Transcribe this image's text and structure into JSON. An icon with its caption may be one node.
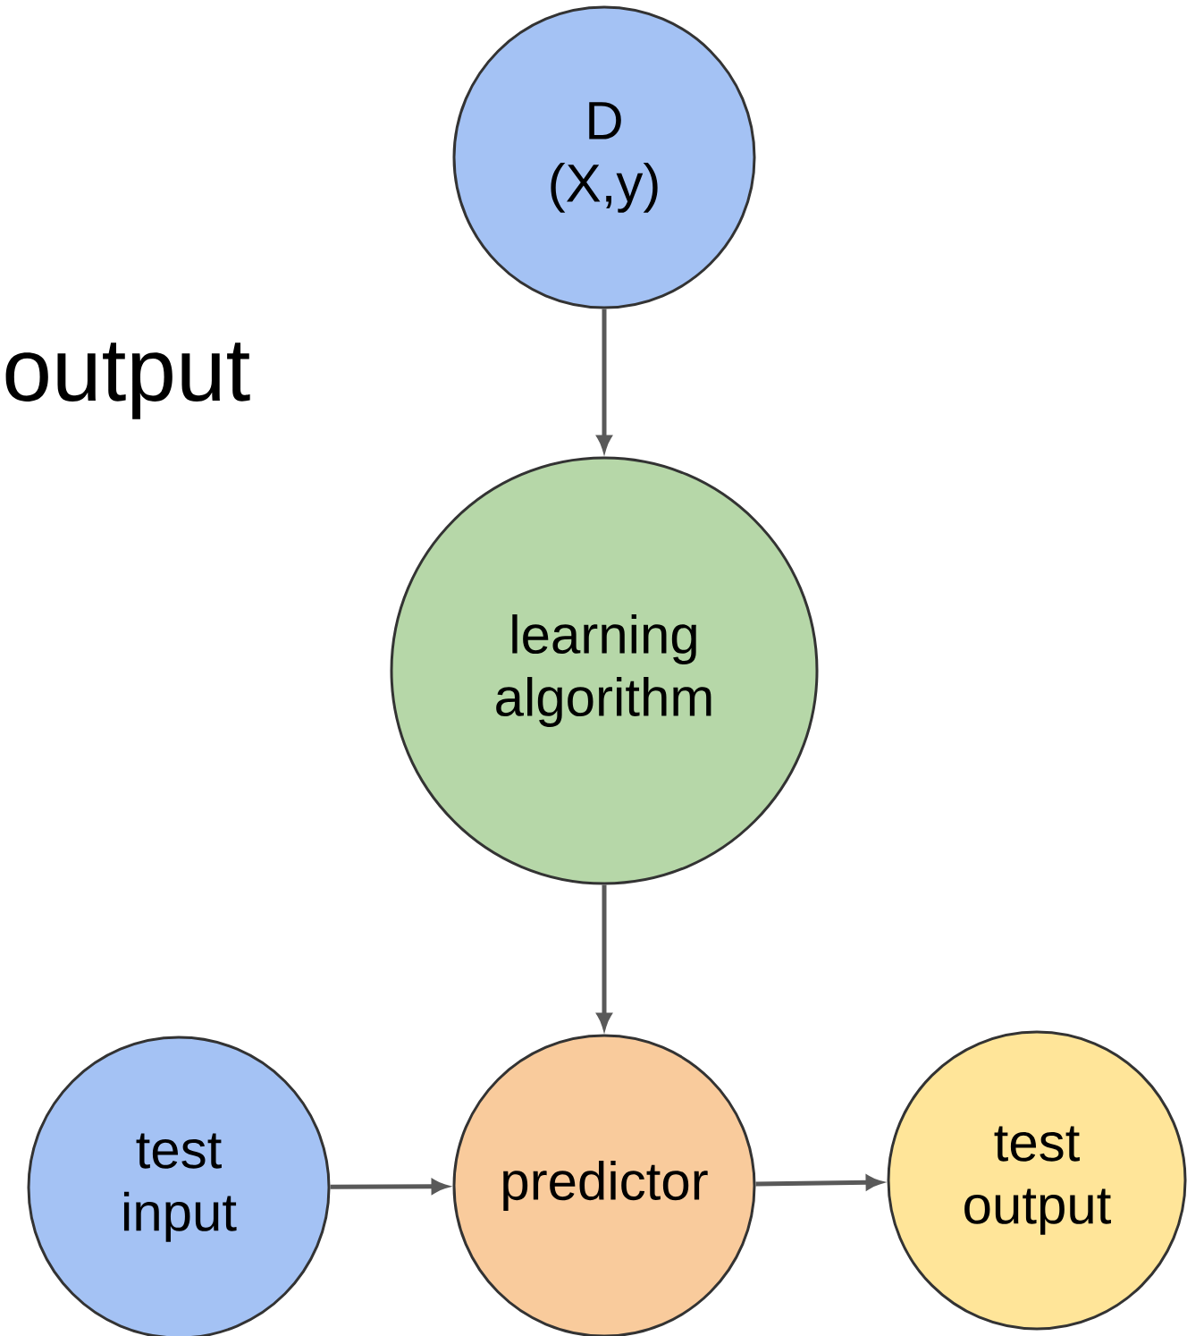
{
  "diagram": {
    "nodes": [
      {
        "text": [
          "D",
          "(X,y)"
        ]
      },
      {
        "text": [
          "learning algorithm"
        ]
      },
      {
        "text": [
          "test input"
        ]
      },
      {
        "text": [
          "predictor"
        ]
      },
      {
        "text": [
          "test output"
        ]
      }
    ],
    "edges": [
      {
        "from": 0,
        "to": 1,
        "arrow": "to"
      },
      {
        "from": 1,
        "to": 3,
        "arrow": "to"
      },
      {
        "from": 2,
        "to": 3,
        "arrow": "to"
      },
      {
        "from": 3,
        "to": 4,
        "arrow": "to"
      }
    ],
    "labels": [
      "output"
    ]
  }
}
